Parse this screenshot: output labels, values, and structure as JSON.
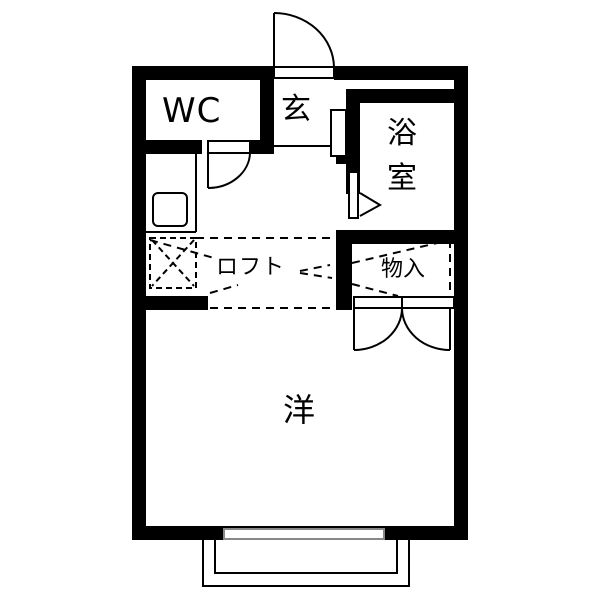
{
  "floor_plan": {
    "rooms": {
      "wc": {
        "label": "WC"
      },
      "entrance": {
        "label": "玄"
      },
      "bathroom": {
        "label_line1": "浴",
        "label_line2": "室"
      },
      "loft": {
        "label": "ロフト"
      },
      "storage": {
        "label": "物入"
      },
      "western_room": {
        "label": "洋"
      }
    },
    "colors": {
      "wall": "#000000",
      "background": "#ffffff",
      "line": "#000000"
    }
  }
}
